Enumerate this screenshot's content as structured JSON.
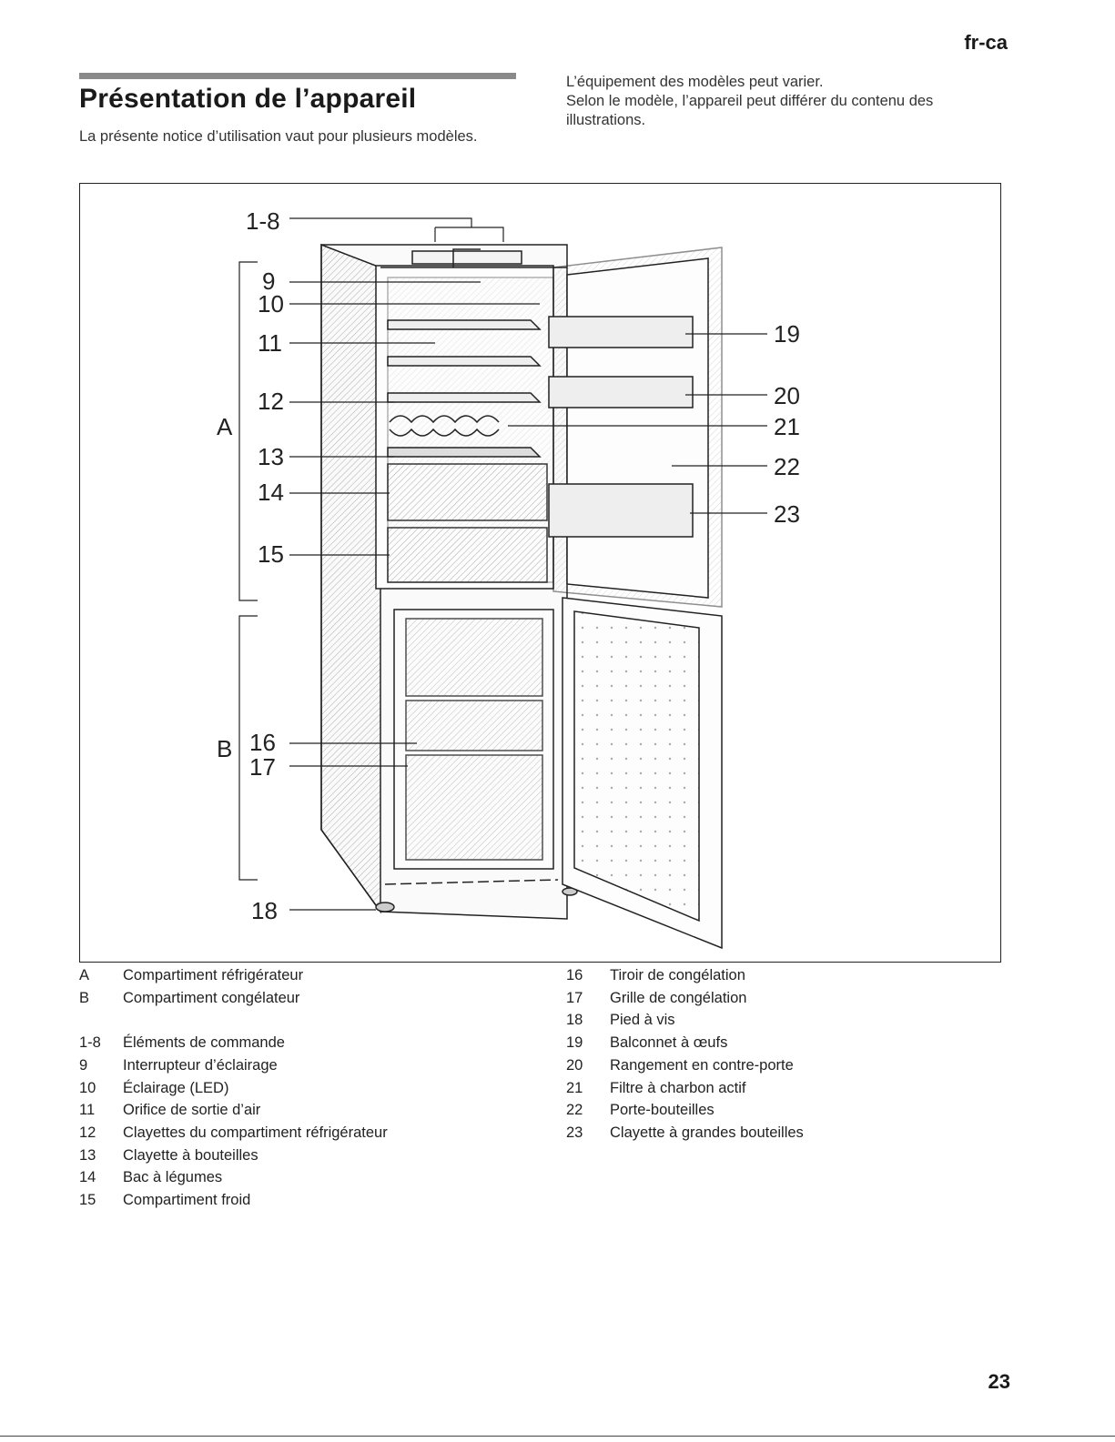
{
  "header": {
    "language_tag": "fr-ca"
  },
  "section": {
    "title": "Présentation de l’appareil",
    "intro": "La présente notice d’utilisation vaut pour plusieurs modèles.",
    "note_line1": "L’équipement des modèles peut varier.",
    "note_line2": "Selon le modèle, l’appareil peut différer du contenu des illustrations."
  },
  "figure": {
    "callouts": {
      "c1_8": "1-8",
      "c9": "9",
      "c10": "10",
      "c11": "11",
      "c12": "12",
      "c13": "13",
      "c14": "14",
      "c15": "15",
      "c16": "16",
      "c17": "17",
      "c18": "18",
      "c19": "19",
      "c20": "20",
      "c21": "21",
      "c22": "22",
      "c23": "23",
      "A": "A",
      "B": "B"
    }
  },
  "legend": {
    "left": [
      {
        "key": "A",
        "text": "Compartiment réfrigérateur"
      },
      {
        "key": "B",
        "text": "Compartiment congélateur"
      },
      {
        "key": "1-8",
        "text": "Éléments de commande"
      },
      {
        "key": "9",
        "text": "Interrupteur d’éclairage"
      },
      {
        "key": "10",
        "text": "Éclairage (LED)"
      },
      {
        "key": "11",
        "text": "Orifice de sortie d’air"
      },
      {
        "key": "12",
        "text": "Clayettes du compartiment réfrigérateur"
      },
      {
        "key": "13",
        "text": "Clayette à bouteilles"
      },
      {
        "key": "14",
        "text": "Bac à légumes"
      },
      {
        "key": "15",
        "text": "Compartiment froid"
      }
    ],
    "right": [
      {
        "key": "16",
        "text": "Tiroir de congélation"
      },
      {
        "key": "17",
        "text": "Grille de congélation"
      },
      {
        "key": "18",
        "text": "Pied à vis"
      },
      {
        "key": "19",
        "text": "Balconnet à œufs"
      },
      {
        "key": "20",
        "text": "Rangement en contre-porte"
      },
      {
        "key": "21",
        "text": "Filtre à charbon actif"
      },
      {
        "key": "22",
        "text": "Porte-bouteilles"
      },
      {
        "key": "23",
        "text": "Clayette à grandes bouteilles"
      }
    ]
  },
  "footer": {
    "page_number": "23"
  }
}
